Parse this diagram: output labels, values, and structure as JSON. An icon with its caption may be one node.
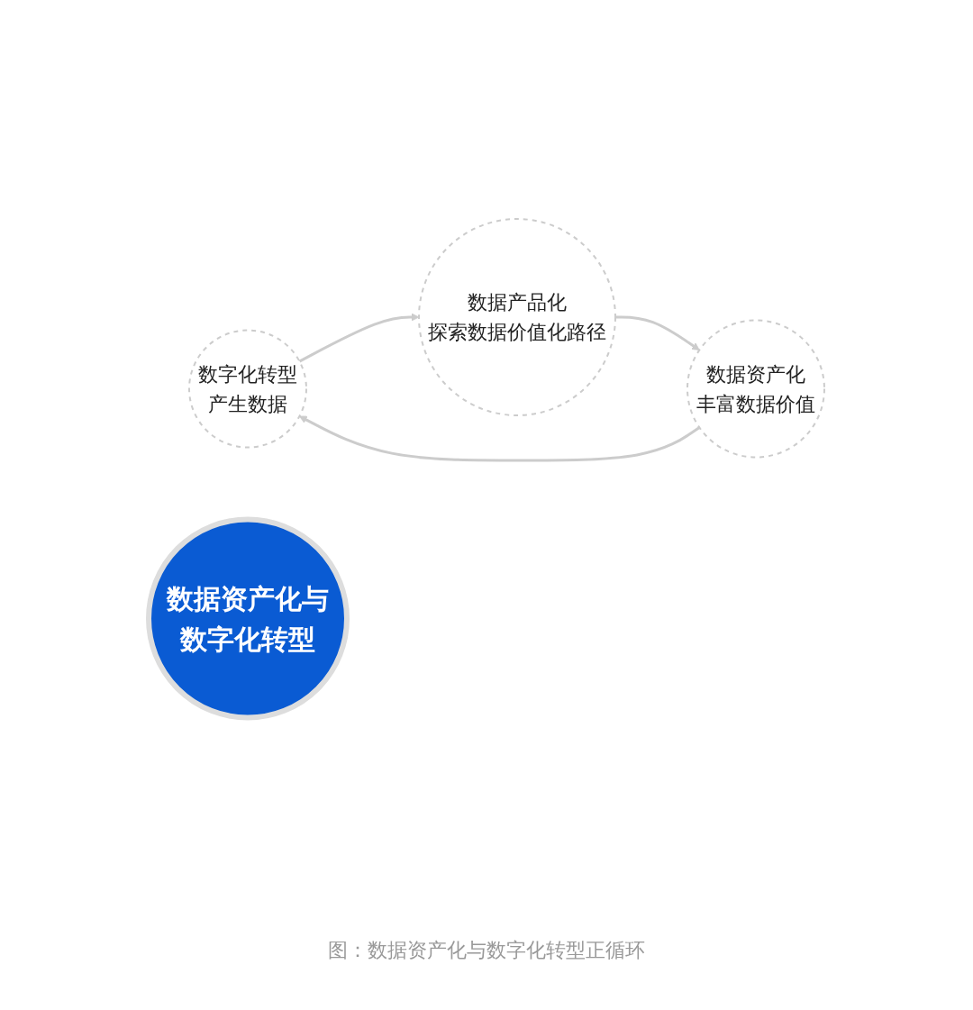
{
  "diagram": {
    "caption": "图：数据资产化与数字化转型正循环",
    "nodes": [
      {
        "text": [
          "数字化转型",
          "产生数据"
        ]
      },
      {
        "text": [
          "数据产品化",
          "探索数据价值化路径"
        ]
      },
      {
        "text": [
          "数据资产化",
          "丰富数据价值"
        ]
      },
      {
        "text": [
          "数据资产化与数字化转型"
        ]
      }
    ],
    "edges": [
      {
        "from": 0,
        "to": 1,
        "arrow": "to"
      },
      {
        "from": 1,
        "to": 2,
        "arrow": "to"
      },
      {
        "from": 2,
        "to": 0,
        "arrow": "to"
      }
    ]
  }
}
